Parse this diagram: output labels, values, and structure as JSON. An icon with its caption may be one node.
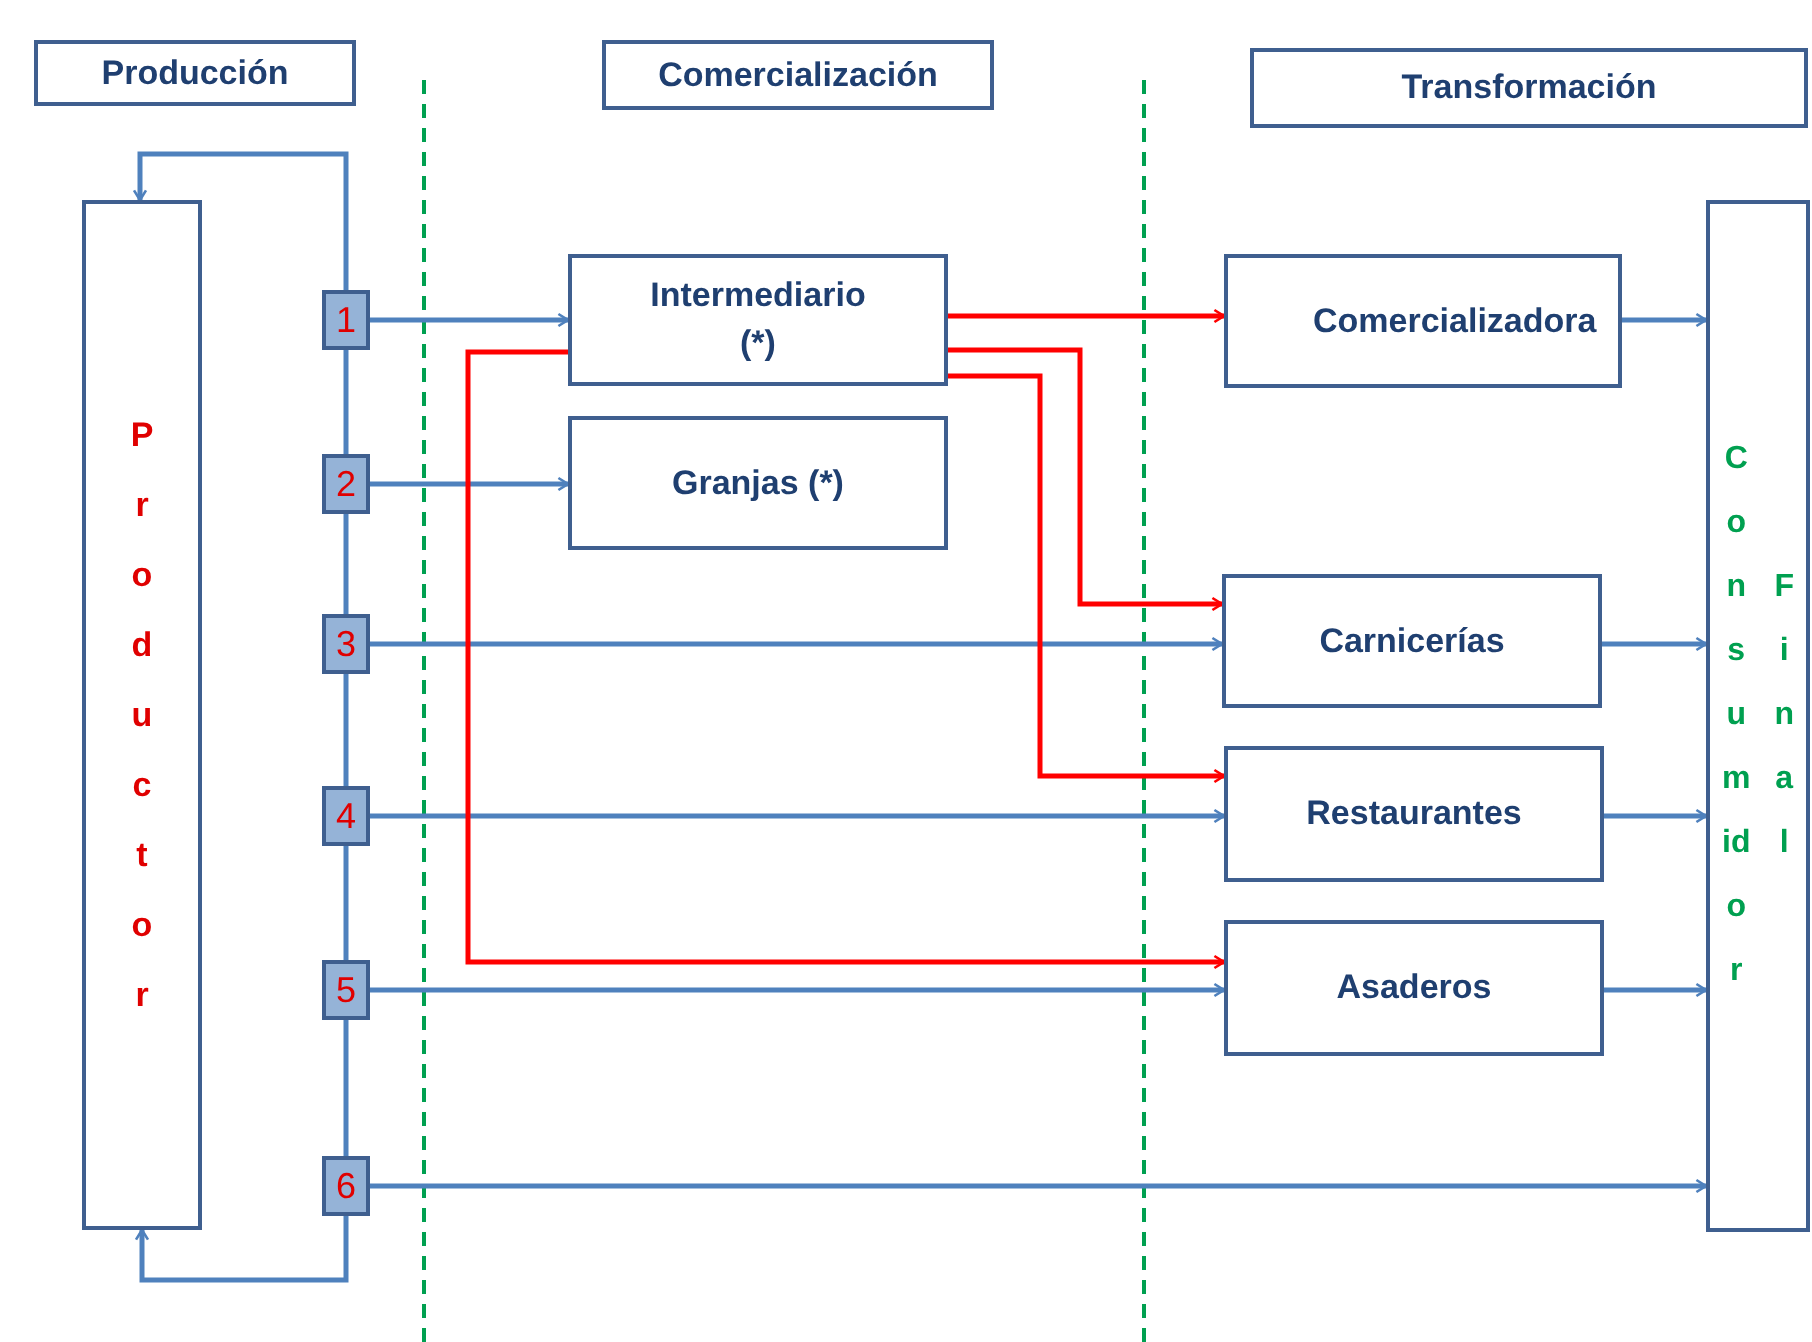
{
  "diagram": {
    "nodes": [
      {
        "text": [
          "Producción"
        ]
      },
      {
        "text": [
          "Comercialización"
        ]
      },
      {
        "text": [
          "Transformación"
        ]
      },
      {
        "text": [
          "Productor"
        ]
      },
      {
        "text": [
          "1"
        ]
      },
      {
        "text": [
          "2"
        ]
      },
      {
        "text": [
          "3"
        ]
      },
      {
        "text": [
          "4"
        ]
      },
      {
        "text": [
          "5"
        ]
      },
      {
        "text": [
          "6"
        ]
      },
      {
        "text": [
          "Intermediario (*)"
        ]
      },
      {
        "text": [
          "Granjas (*)"
        ]
      },
      {
        "text": [
          "Comercializadora"
        ]
      },
      {
        "text": [
          "Carnicerías"
        ]
      },
      {
        "text": [
          "Restaurantes"
        ]
      },
      {
        "text": [
          "Asaderos"
        ]
      },
      {
        "text": [
          "Consumidor",
          "Final"
        ]
      }
    ],
    "edges": [
      {
        "from": 4,
        "to": 3,
        "arrow": "to"
      },
      {
        "from": 4,
        "to": 5,
        "arrow": "none"
      },
      {
        "from": 5,
        "to": 6,
        "arrow": "none"
      },
      {
        "from": 6,
        "to": 7,
        "arrow": "none"
      },
      {
        "from": 7,
        "to": 8,
        "arrow": "none"
      },
      {
        "from": 8,
        "to": 9,
        "arrow": "none"
      },
      {
        "from": 9,
        "to": 3,
        "arrow": "to"
      },
      {
        "from": 4,
        "to": 10,
        "arrow": "to"
      },
      {
        "from": 5,
        "to": 11,
        "arrow": "to"
      },
      {
        "from": 6,
        "to": 13,
        "arrow": "to"
      },
      {
        "from": 7,
        "to": 14,
        "arrow": "to"
      },
      {
        "from": 8,
        "to": 15,
        "arrow": "to"
      },
      {
        "from": 9,
        "to": 16,
        "arrow": "to"
      },
      {
        "from": 10,
        "to": 12,
        "arrow": "to",
        "color": "#ff0000"
      },
      {
        "from": 10,
        "to": 13,
        "arrow": "to",
        "color": "#ff0000"
      },
      {
        "from": 10,
        "to": 14,
        "arrow": "to",
        "color": "#ff0000"
      },
      {
        "from": 10,
        "to": 15,
        "arrow": "to",
        "color": "#ff0000"
      },
      {
        "from": 12,
        "to": 16,
        "arrow": "to"
      },
      {
        "from": 13,
        "to": 16,
        "arrow": "to"
      },
      {
        "from": 14,
        "to": 16,
        "arrow": "to"
      },
      {
        "from": 15,
        "to": 16,
        "arrow": "to"
      }
    ]
  }
}
